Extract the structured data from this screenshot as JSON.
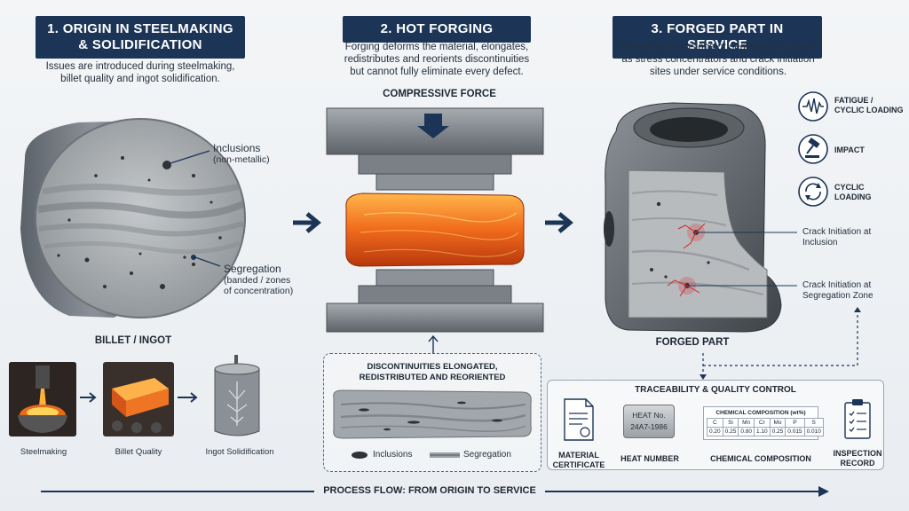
{
  "section1": {
    "title": "1. ORIGIN IN STEELMAKING & SOLIDIFICATION",
    "title_line1": "1. ORIGIN IN STEELMAKING",
    "title_line2": "& SOLIDIFICATION",
    "desc_line1": "Issues are introduced during steelmaking,",
    "desc_line2": "billet quality and ingot solidification.",
    "inclusions_label": "Inclusions",
    "inclusions_sub": "(non-metallic)",
    "segregation_label": "Segregation",
    "segregation_sub1": "(banded / zones",
    "segregation_sub2": "of concentration)",
    "billet_label": "BILLET / INGOT",
    "thumbs": [
      "Steelmaking",
      "Billet Quality",
      "Ingot Solidification"
    ]
  },
  "section2": {
    "title": "2. HOT FORGING",
    "desc_line1": "Forging deforms the material, elongates,",
    "desc_line2": "redistributes and reorients discontinuities",
    "desc_line3": "but cannot fully eliminate every defect.",
    "force_label": "COMPRESSIVE FORCE",
    "box_title1": "DISCONTINUITIES ELONGATED,",
    "box_title2": "REDISTRIBUTED AND REORIENTED",
    "legend_inclusions": "Inclusions",
    "legend_segregation": "Segregation"
  },
  "section3": {
    "title": "3. FORGED PART IN SERVICE",
    "desc_line1": "Remaining inclusions or segregation can act",
    "desc_line2": "as stress concentrators and crack initiation",
    "desc_line3": "sites under service conditions.",
    "conditions": [
      {
        "line1": "FATIGUE /",
        "line2": "CYCLIC LOADING",
        "icon": "fatigue-wave-icon"
      },
      {
        "line1": "IMPACT",
        "line2": "",
        "icon": "gavel-impact-icon"
      },
      {
        "line1": "CYCLIC",
        "line2": "LOADING",
        "icon": "cyclic-arrows-icon"
      }
    ],
    "crack1_line1": "Crack Initiation at",
    "crack1_line2": "Inclusion",
    "crack2_line1": "Crack Initiation at",
    "crack2_line2": "Segregation Zone",
    "part_label": "FORGED PART"
  },
  "traceability": {
    "title": "TRACEABILITY & QUALITY CONTROL",
    "cert_line1": "MATERIAL",
    "cert_line2": "CERTIFICATE",
    "heat_tag_line1": "HEAT No.",
    "heat_tag_line2": "24A7-1986",
    "heat_label": "HEAT NUMBER",
    "chem_table_title": "CHEMICAL COMPOSITION (wt%)",
    "chem_headers": [
      "C",
      "Si",
      "Mn",
      "Cr",
      "Mo",
      "P",
      "S"
    ],
    "chem_values": [
      "0.20",
      "0.25",
      "0.80",
      "1.10",
      "0.25",
      "0.015",
      "0.010"
    ],
    "chem_label": "CHEMICAL COMPOSITION",
    "insp_line1": "INSPECTION",
    "insp_line2": "RECORD"
  },
  "footer": {
    "process_flow": "PROCESS FLOW: FROM ORIGIN TO SERVICE"
  },
  "colors": {
    "navy": "#1c3557",
    "hot_orange": "#e8641c",
    "crack_red": "#e0282a",
    "steel_gray": "#8c949c"
  }
}
